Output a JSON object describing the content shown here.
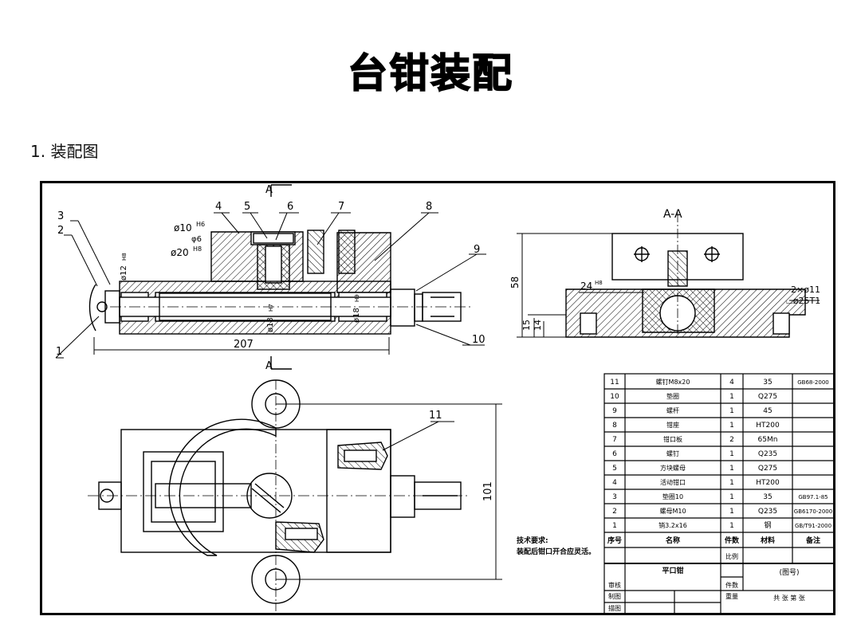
{
  "title": "台钳装配",
  "section_heading": "1. 装配图",
  "drawing": {
    "section_view_label": "A-A",
    "cut_label_top": "A",
    "cut_label_bottom": "A",
    "callouts": [
      "1",
      "2",
      "3",
      "4",
      "5",
      "6",
      "7",
      "8",
      "9",
      "10",
      "11"
    ],
    "dims": {
      "d10": "ø10",
      "d10_fit": "H6",
      "d6": "φ6",
      "d20": "ø20",
      "d20_fit": "H8",
      "d12": "ø12",
      "d12_fit": "H8",
      "d18": "ø18",
      "d18_fit": "H7",
      "d18b": "ø18",
      "d18b_fit": "H9",
      "len207": "207",
      "h58": "58",
      "w24": "24",
      "w24_fit": "H8",
      "h15": "15",
      "h14": "14",
      "holes": "2×ø11",
      "counter": "⌴ø25T1",
      "w101": "101"
    }
  },
  "bom": {
    "rows": [
      {
        "no": "11",
        "name": "螺钉M8x20",
        "qty": "4",
        "mat": "35",
        "std": "GB68-2000"
      },
      {
        "no": "10",
        "name": "垫圈",
        "qty": "1",
        "mat": "Q275",
        "std": ""
      },
      {
        "no": "9",
        "name": "螺杆",
        "qty": "1",
        "mat": "45",
        "std": ""
      },
      {
        "no": "8",
        "name": "钳座",
        "qty": "1",
        "mat": "HT200",
        "std": ""
      },
      {
        "no": "7",
        "name": "钳口板",
        "qty": "2",
        "mat": "65Mn",
        "std": ""
      },
      {
        "no": "6",
        "name": "螺钉",
        "qty": "1",
        "mat": "Q235",
        "std": ""
      },
      {
        "no": "5",
        "name": "方块螺母",
        "qty": "1",
        "mat": "Q275",
        "std": ""
      },
      {
        "no": "4",
        "name": "活动钳口",
        "qty": "1",
        "mat": "HT200",
        "std": ""
      },
      {
        "no": "3",
        "name": "垫圈10",
        "qty": "1",
        "mat": "35",
        "std": "GB97.1-85"
      },
      {
        "no": "2",
        "name": "螺母M10",
        "qty": "1",
        "mat": "Q235",
        "std": "GB6170-2000"
      },
      {
        "no": "1",
        "name": "销3.2x16",
        "qty": "1",
        "mat": "钢",
        "std": "GB/T91-2000"
      }
    ],
    "header": {
      "no": "序号",
      "name": "名称",
      "qty": "件数",
      "mat": "材料",
      "std": "备注"
    },
    "assembly_name": "平口钳",
    "scale_label": "比例",
    "count_label": "件数",
    "weight_label": "重量",
    "drawing_no": "(图号)",
    "sheet_info": "共 张 第 张",
    "design_label": "制图",
    "check_label": "描图",
    "audit_label": "审核",
    "tech_req_title": "技术要求:",
    "tech_req_text": "装配后钳口开合应灵活。"
  }
}
